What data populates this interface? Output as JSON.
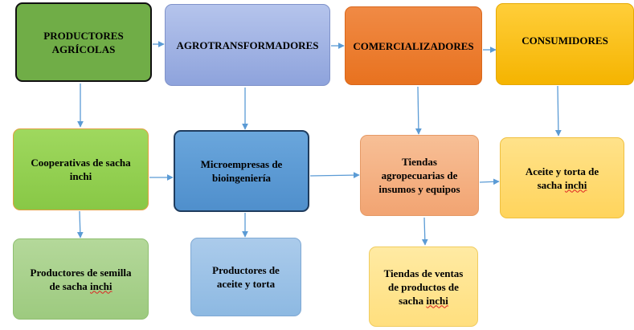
{
  "colors": {
    "productores": "#70ad47",
    "agrotransformadores": "#a4b6e6",
    "comercializadores": "#ed7d31",
    "consumidores": "#ffc000",
    "cooperativas": "#92d050",
    "microempresas": "#5b9bd5",
    "tiendas_agro": "#f4b183",
    "aceite_torta": "#ffd966",
    "semilla": "#a9d18e",
    "prod_aceite": "#9dc3e6",
    "tiendas_ventas": "#ffe699",
    "arrow": "#5b9bd5"
  },
  "nodes": {
    "productores": {
      "line1": "PRODUCTORES",
      "line2": "AGRÍCOLAS"
    },
    "agrotransformadores": {
      "line1": "AGROTRANSFORMADORES"
    },
    "comercializadores": {
      "line1": "COMERCIALIZADORES"
    },
    "consumidores": {
      "line1": "CONSUMIDORES"
    },
    "cooperativas": {
      "line1": "Cooperativas de sacha",
      "line2": "inchi"
    },
    "microempresas": {
      "line1": "Microempresas de",
      "line2": "bioingeniería"
    },
    "tiendas_agro": {
      "line1": "Tiendas",
      "line2": "agropecuarias de",
      "line3": "insumos y equipos"
    },
    "aceite_torta": {
      "line1": "Aceite y torta de",
      "line2a": "sacha ",
      "line2b": "inchi"
    },
    "semilla": {
      "line1": "Productores de semilla",
      "line2a": "de sacha ",
      "line2b": "inchi"
    },
    "prod_aceite": {
      "line1": "Productores de",
      "line2": "aceite y torta"
    },
    "tiendas_ventas": {
      "line1": "Tiendas de ventas",
      "line2": "de productos de",
      "line3a": "sacha ",
      "line3b": "inchi"
    }
  }
}
